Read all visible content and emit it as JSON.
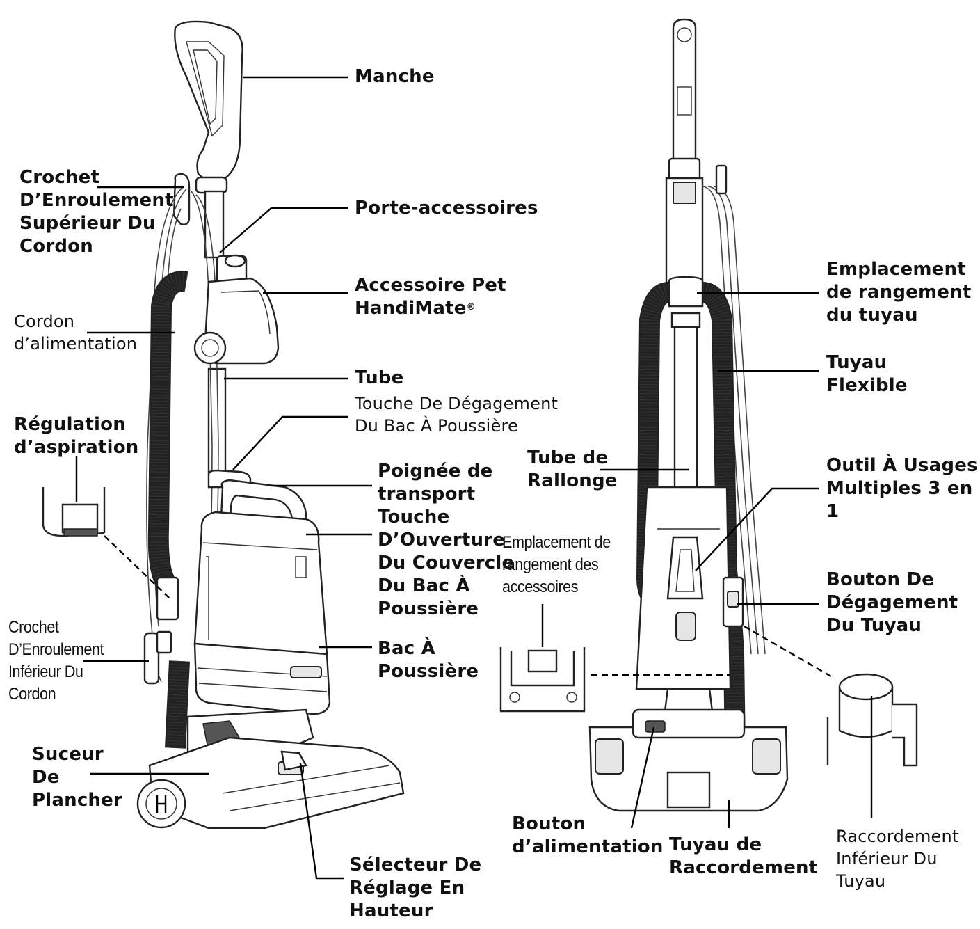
{
  "labels": {
    "manche": "Manche",
    "crochet_superieur": "Crochet\nD’Enroulement\nSupérieur Du\nCordon",
    "porte_accessoires": "Porte-accessoires",
    "accessoire_pet": "Accessoire Pet\nHandiMate",
    "registered_mark": "®",
    "cordon_alimentation": "Cordon\nd’alimentation",
    "tube": "Tube",
    "touche_degagement_bac": "Touche De Dégagement\nDu Bac À Poussière",
    "regulation_aspiration": "Régulation\nd’aspiration",
    "poignee_transport": "Poignée de\ntransport",
    "touche_ouverture_couvercle": "Touche\nD’Ouverture\nDu Couvercle\nDu Bac À\nPoussière",
    "crochet_inferieur": "Crochet\nD’Enroulement\nInférieur Du\nCordon",
    "bac_poussiere": "Bac À\nPoussière",
    "suceur_plancher": "Suceur\nDe\nPlancher",
    "selecteur_hauteur": "Sélecteur De\nRéglage En\nHauteur",
    "emplacement_tuyau": "Emplacement\nde rangement\ndu tuyau",
    "tuyau_flexible": "Tuyau\nFlexible",
    "tube_rallonge": "Tube de\nRallonge",
    "outil_usages": "Outil À Usages\nMultiples 3 en\n1",
    "emplacement_accessoires": "Emplacement de\nrangement des\naccessoires",
    "bouton_degagement_tuyau": "Bouton De\nDégagement\nDu Tuyau",
    "bouton_alimentation": "Bouton\nd’alimentation",
    "tuyau_raccordement": "Tuyau de\nRaccordement",
    "raccordement_inferieur": "Raccordement\nInférieur Du\nTuyau"
  }
}
